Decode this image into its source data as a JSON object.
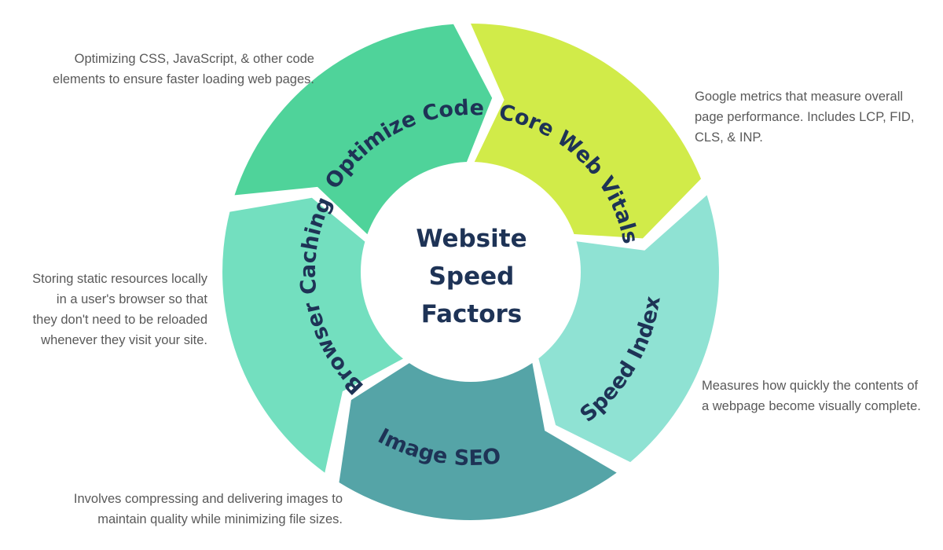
{
  "center": {
    "lines": [
      "Website",
      "Speed",
      "Factors"
    ]
  },
  "colors": {
    "text": "#1e3356",
    "description": "#595959"
  },
  "segments": [
    {
      "label": "Optimize Code",
      "color": "#4fd39a",
      "description": "Optimizing CSS, JavaScript, & other code elements to ensure faster loading web pages."
    },
    {
      "label": "Core Web Vitals",
      "color": "#d1eb49",
      "description": "Google metrics that measure overall page performance. Includes LCP, FID, CLS, & INP."
    },
    {
      "label": "Speed Index",
      "color": "#8fe2d3",
      "description": "Measures how quickly the contents of a webpage become visually complete."
    },
    {
      "label": "Image SEO",
      "color": "#55a4a7",
      "description": "Involves compressing and delivering images to maintain quality while minimizing file sizes."
    },
    {
      "label": "Browser Caching",
      "color": "#73dfbf",
      "description": "Storing static resources locally in a user's browser so that they don't need to be reloaded whenever they visit your site."
    }
  ]
}
